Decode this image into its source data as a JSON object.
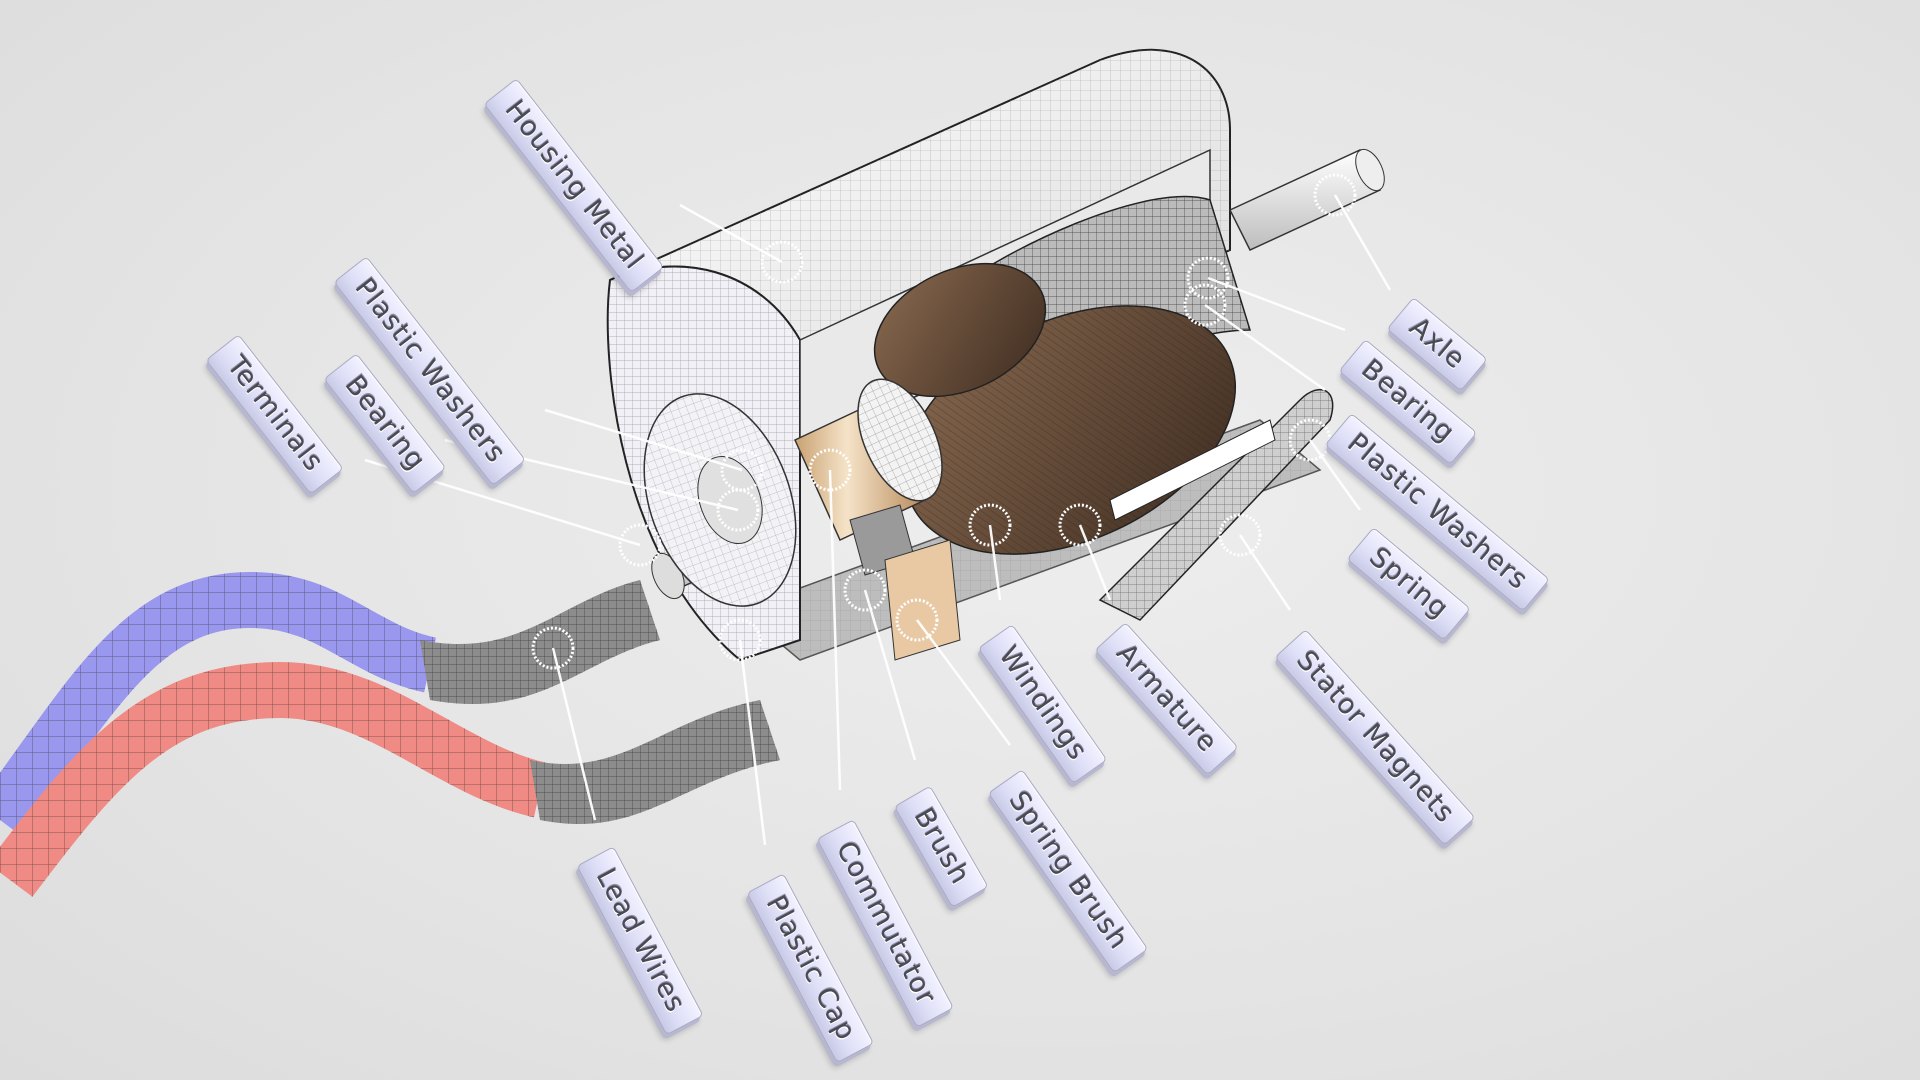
{
  "diagram": {
    "subject": "Exploded cutaway of a DC electric motor",
    "colors": {
      "background": "#e6e6e6",
      "label_face": "#e2e3f8",
      "leader_line": "#ffffff",
      "wire_positive": "#f08a84",
      "wire_negative": "#9a97ee",
      "commutator": "#d9b98f",
      "windings": "#6b5340",
      "housing": "#f4f4f4",
      "mesh": "#3a3a3a"
    },
    "labels": [
      {
        "id": "housing-metal",
        "text": "Housing Metal"
      },
      {
        "id": "plastic-washers-left",
        "text": "Plastic Washers"
      },
      {
        "id": "terminals",
        "text": "Terminals"
      },
      {
        "id": "bearing-left",
        "text": "Bearing"
      },
      {
        "id": "axle",
        "text": "Axle"
      },
      {
        "id": "bearing-right",
        "text": "Bearing"
      },
      {
        "id": "plastic-washers-right",
        "text": "Plastic Washers"
      },
      {
        "id": "spring",
        "text": "Spring"
      },
      {
        "id": "stator-magnets",
        "text": "Stator Magnets"
      },
      {
        "id": "armature",
        "text": "Armature"
      },
      {
        "id": "windings",
        "text": "Windings"
      },
      {
        "id": "spring-brush",
        "text": "Spring Brush"
      },
      {
        "id": "brush",
        "text": "Brush"
      },
      {
        "id": "commutator",
        "text": "Commutator"
      },
      {
        "id": "plastic-cap",
        "text": "Plastic Cap"
      },
      {
        "id": "lead-wires",
        "text": "Lead Wires"
      }
    ]
  }
}
